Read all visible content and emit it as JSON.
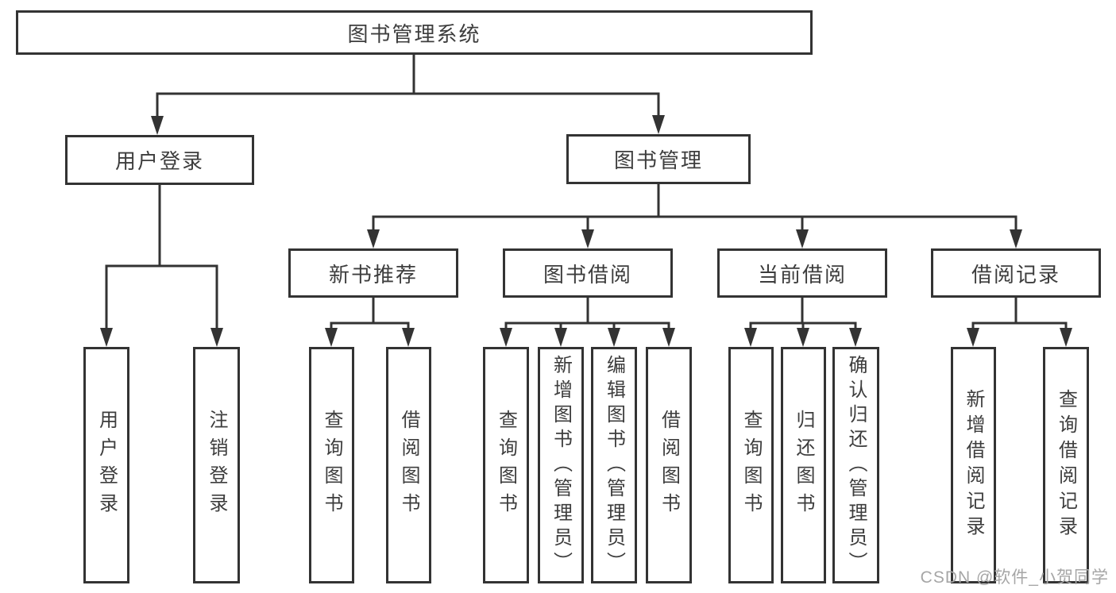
{
  "diagram": {
    "type": "hierarchy-tree",
    "root": {
      "label": "图书管理系统",
      "children": [
        {
          "label": "用户登录",
          "children": [
            {
              "label": "用户登录"
            },
            {
              "label": "注销登录"
            }
          ]
        },
        {
          "label": "图书管理",
          "children": [
            {
              "label": "新书推荐",
              "children": [
                {
                  "label": "查询图书"
                },
                {
                  "label": "借阅图书"
                }
              ]
            },
            {
              "label": "图书借阅",
              "children": [
                {
                  "label": "查询图书"
                },
                {
                  "label": "新增图书（管理员）"
                },
                {
                  "label": "编辑图书（管理员）"
                },
                {
                  "label": "借阅图书"
                }
              ]
            },
            {
              "label": "当前借阅",
              "children": [
                {
                  "label": "查询图书"
                },
                {
                  "label": "归还图书"
                },
                {
                  "label": "确认归还（管理员）"
                }
              ]
            },
            {
              "label": "借阅记录",
              "children": [
                {
                  "label": "新增借阅记录"
                },
                {
                  "label": "查询借阅记录"
                }
              ]
            }
          ]
        }
      ]
    },
    "colors": {
      "line": "#333333",
      "text": "#3d3d3d",
      "background": "#ffffff",
      "watermark": "#a6a6a6"
    }
  },
  "watermark": "CSDN @软件_小贺同学"
}
